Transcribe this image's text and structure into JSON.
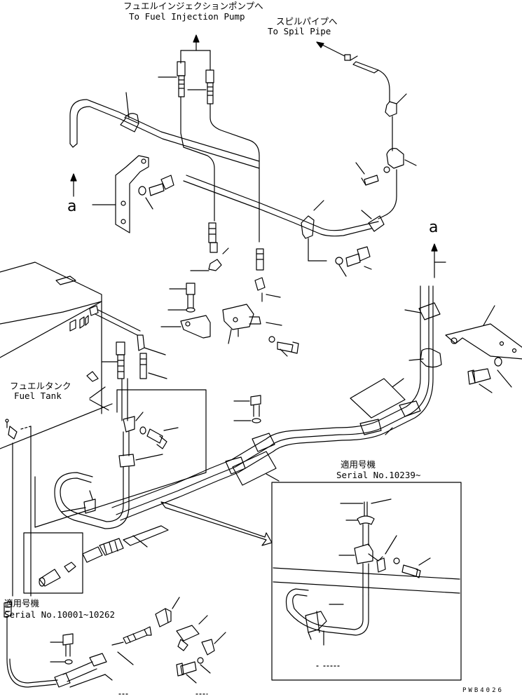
{
  "labels": {
    "injection_ja": "フュエルインジェクションポンプへ",
    "injection_en": "To Fuel Injection Pump",
    "spill_ja": "スピルパイプへ",
    "spill_en": "To Spil Pipe",
    "tank_ja": "フュエルタンク",
    "tank_en": "Fuel Tank",
    "serial_ja_a": "適用号機",
    "serial_a": "Serial No.10239~",
    "serial_ja_b": "適用号機",
    "serial_b": "Serial No.10001~10262",
    "ref_a_left": "a",
    "ref_a_right": "a",
    "drawing_code": "PWB4026"
  }
}
